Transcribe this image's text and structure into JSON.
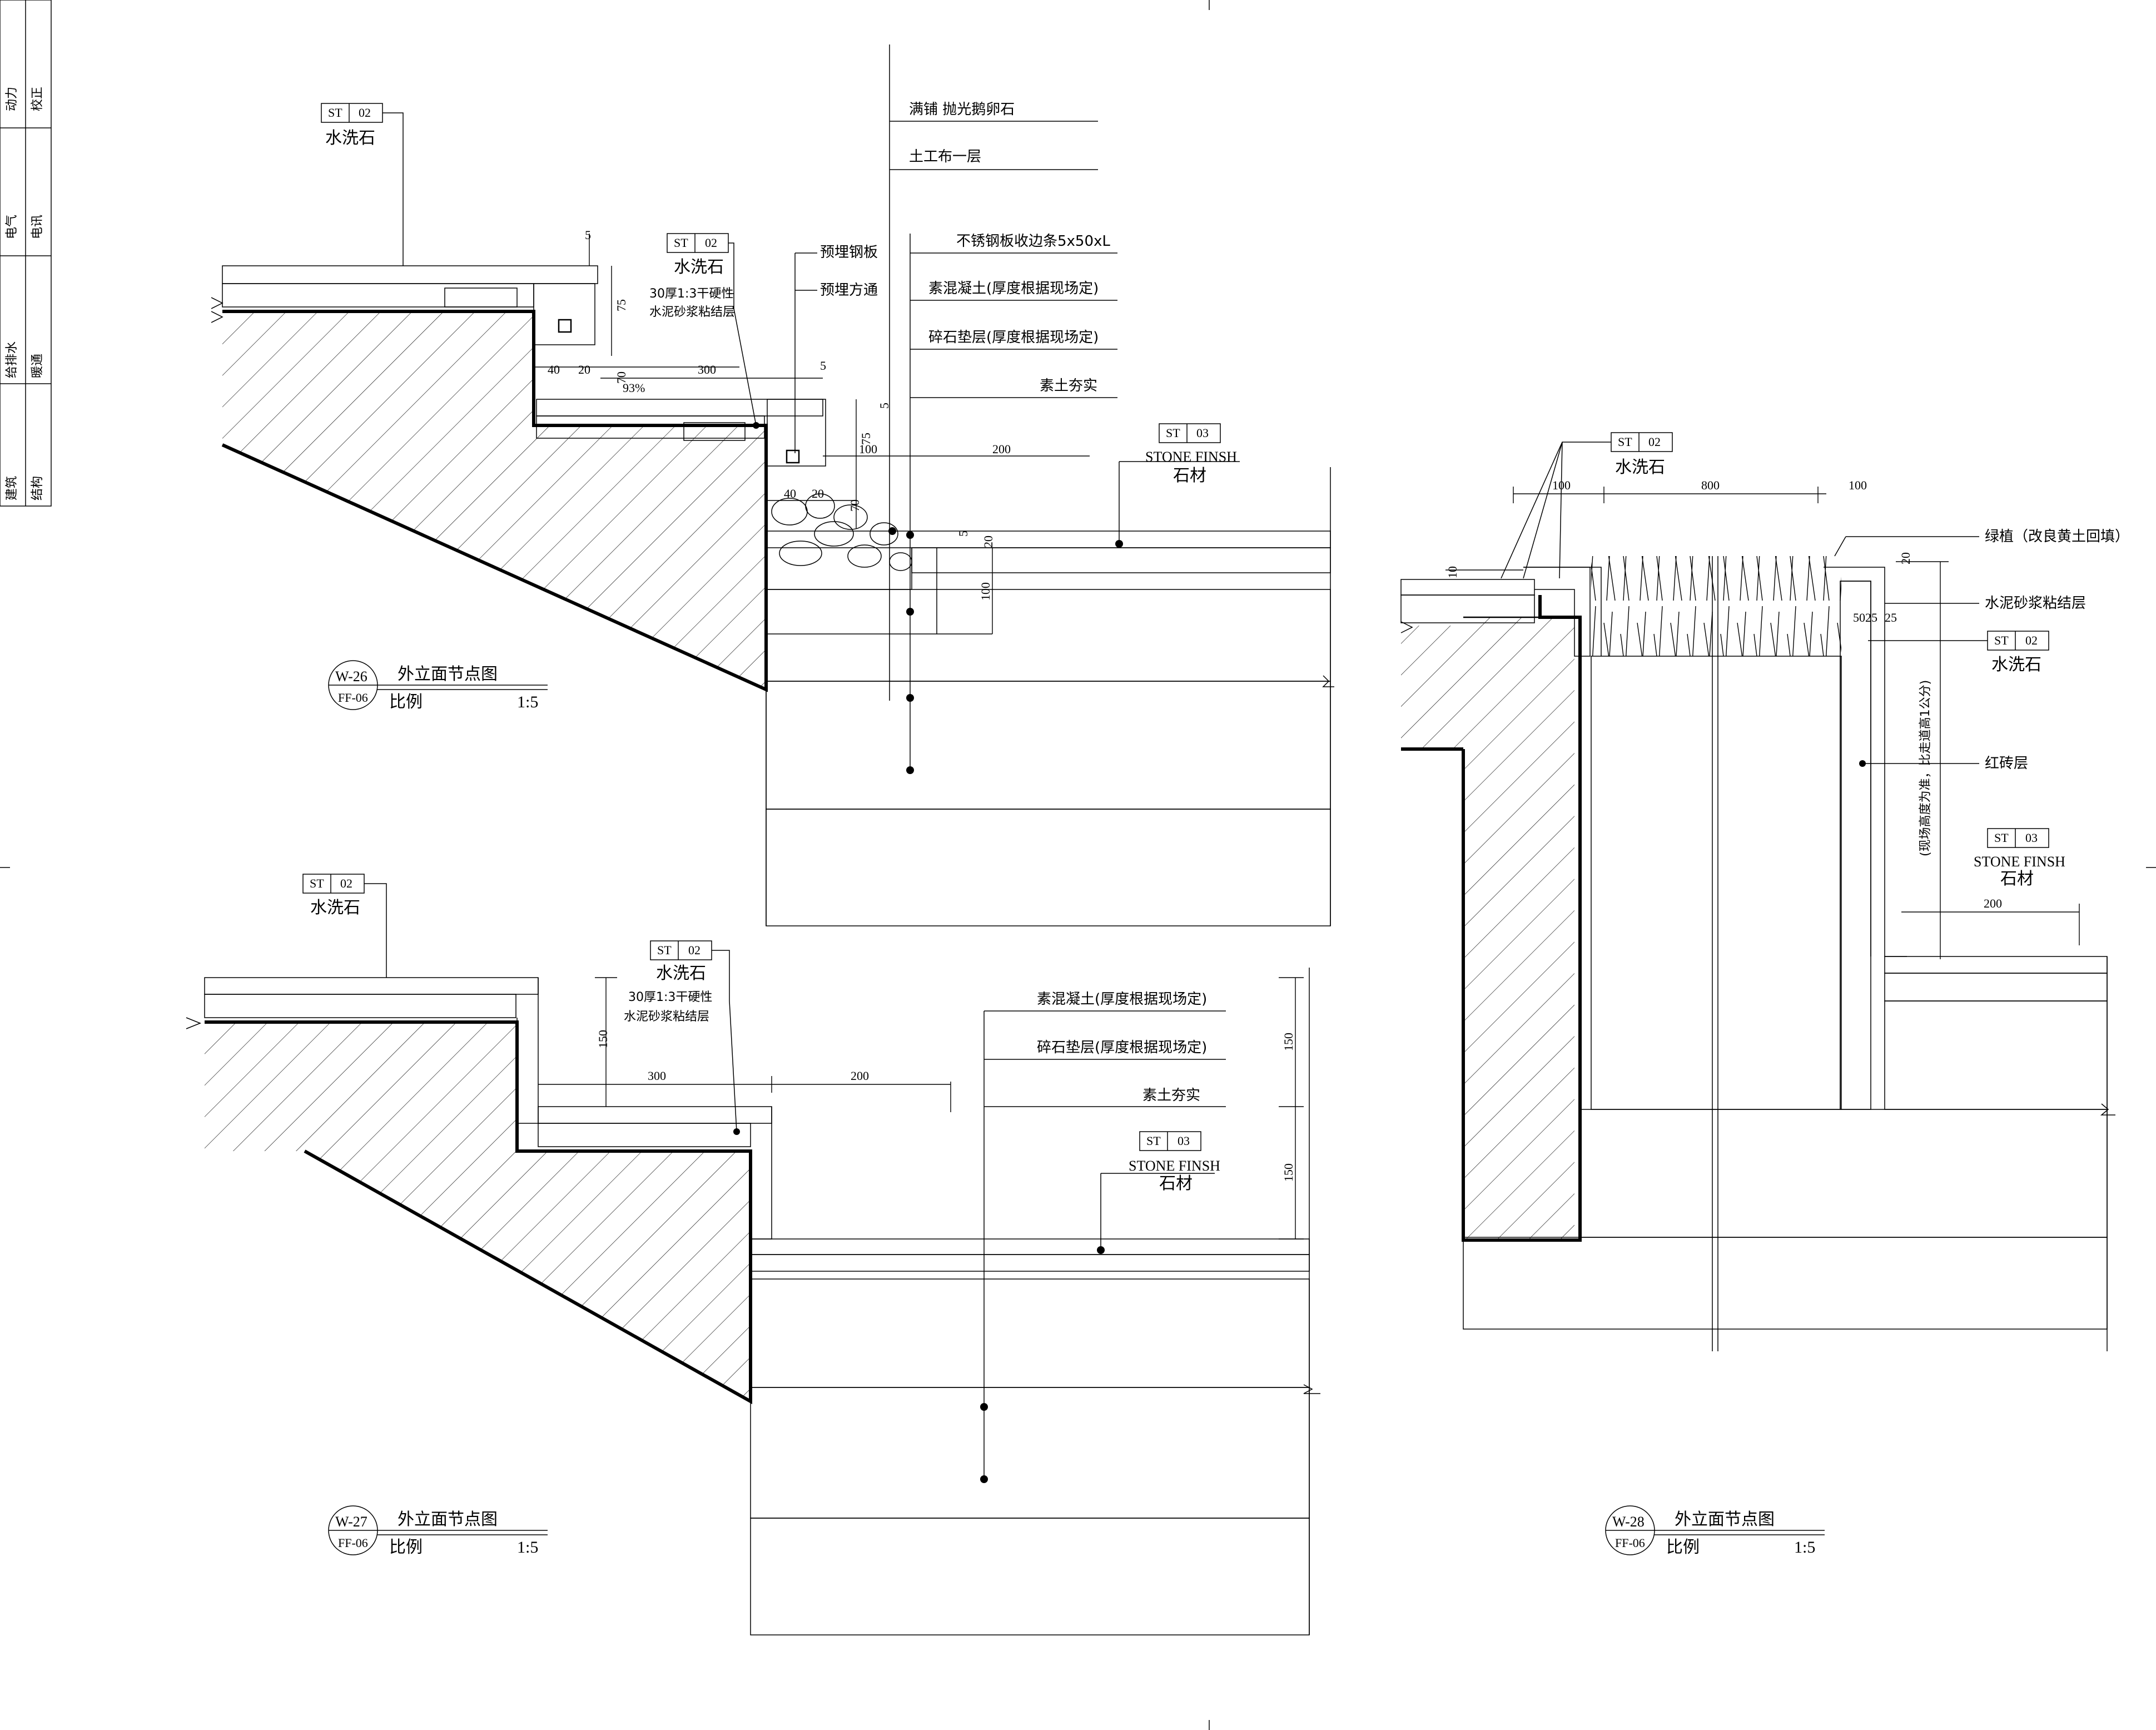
{
  "title_block": {
    "rows": [
      {
        "a": "动力",
        "b": "校正"
      },
      {
        "a": "电气",
        "b": "电讯"
      },
      {
        "a": "给排水",
        "b": "暖通"
      },
      {
        "a": "建筑",
        "b": "结构"
      }
    ]
  },
  "detail_w26": {
    "caption": {
      "code": "W-26",
      "sheet": "FF-06",
      "title": "外立面节点图",
      "scale_label": "比例",
      "scale": "1:5"
    },
    "tags": [
      {
        "code": "ST",
        "num": "02",
        "label": "水洗石"
      },
      {
        "code": "ST",
        "num": "02",
        "label": "水洗石"
      },
      {
        "code": "ST",
        "num": "03",
        "label": "STONE FINSH",
        "label2": "石材"
      }
    ],
    "notes_left": [
      "30厚1:3干硬性",
      "水泥砂浆粘结层"
    ],
    "notes_mid": [
      "预埋钢板",
      "预埋方通"
    ],
    "notes_right": [
      "满铺   抛光鹅卵石",
      "土工布一层",
      "不锈钢板收边条5x50xL",
      "素混凝土(厚度根据现场定)",
      "碎石垫层(厚度根据现场定)",
      "素土夯实"
    ],
    "dims": {
      "d5a": "5",
      "d75a": "75",
      "d40a": "40",
      "d20a": "20",
      "d70a": "70",
      "d300": "300",
      "d5b": "5",
      "slope": "93%",
      "d5c": "5",
      "d100a": "100",
      "d200": "200",
      "d75b": "75",
      "d40b": "40",
      "d20b": "20",
      "d70b": "70",
      "d5d": "5",
      "d20c": "20",
      "d100b": "100"
    }
  },
  "detail_w27": {
    "caption": {
      "code": "W-27",
      "sheet": "FF-06",
      "title": "外立面节点图",
      "scale_label": "比例",
      "scale": "1:5"
    },
    "tags": [
      {
        "code": "ST",
        "num": "02",
        "label": "水洗石"
      },
      {
        "code": "ST",
        "num": "02",
        "label": "水洗石"
      },
      {
        "code": "ST",
        "num": "03",
        "label": "STONE FINSH",
        "label2": "石材"
      }
    ],
    "notes_left": [
      "30厚1:3干硬性",
      "水泥砂浆粘结层"
    ],
    "notes_right": [
      "素混凝土(厚度根据现场定)",
      "碎石垫层(厚度根据现场定)",
      "素土夯实"
    ],
    "dims": {
      "d150a": "150",
      "d300": "300",
      "d200": "200",
      "d150b": "150",
      "d150c": "150"
    }
  },
  "detail_w28": {
    "caption": {
      "code": "W-28",
      "sheet": "FF-06",
      "title": "外立面节点图",
      "scale_label": "比例",
      "scale": "1:5"
    },
    "tags": [
      {
        "code": "ST",
        "num": "02",
        "label": "水洗石"
      },
      {
        "code": "ST",
        "num": "02",
        "label": "水洗石"
      },
      {
        "code": "ST",
        "num": "03",
        "label": "STONE FINSH",
        "label2": "石材"
      }
    ],
    "notes": [
      "绿植（改良黄土回填）",
      "水泥砂浆粘结层",
      "红砖层",
      "(现场高度为准，比走道高1公分)"
    ],
    "dims": {
      "d100a": "100",
      "d800": "800",
      "d100b": "100",
      "d10": "10",
      "d50": "50",
      "d25": "25",
      "d5025": "5025",
      "d20": "20",
      "d200": "200"
    }
  }
}
